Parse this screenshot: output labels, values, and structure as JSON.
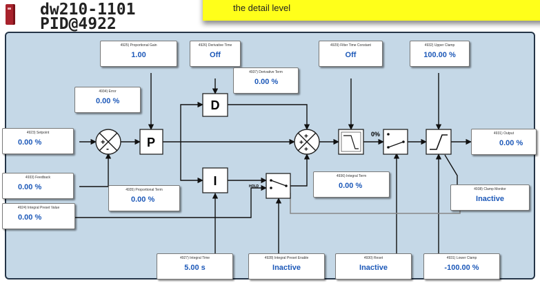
{
  "header": {
    "device": "dw210-1101",
    "block": "PID@4922"
  },
  "banner": {
    "text": "the detail level"
  },
  "parameters": {
    "proportional_gain": {
      "label": "4925) Proportional Gain",
      "value": "1.00"
    },
    "derivative_time": {
      "label": "4926) Derivative Time",
      "value": "Off"
    },
    "derivative_term": {
      "label": "4937) Derivative Term",
      "value": "0.00 %"
    },
    "error": {
      "label": "4934) Error",
      "value": "0.00 %"
    },
    "filter_time_constant": {
      "label": "4929) Filter Time Constant",
      "value": "Off"
    },
    "upper_clamp": {
      "label": "4932) Upper Clamp",
      "value": "100.00 %"
    },
    "setpoint": {
      "label": "4923) Setpoint",
      "value": "0.00 %"
    },
    "feedback": {
      "label": "4933) Feedback",
      "value": "0.00 %"
    },
    "output": {
      "label": "4931) Output",
      "value": "0.00 %"
    },
    "clamp_monitor": {
      "label": "4938) Clamp Monitor",
      "value": "Inactive"
    },
    "proportional_term": {
      "label": "4935) Proportional Term",
      "value": "0.00 %"
    },
    "integral_term": {
      "label": "4936) Integral Term",
      "value": "0.00 %"
    },
    "integral_preset_value": {
      "label": "4924) Integral Preset Value",
      "value": "0.00 %"
    },
    "integral_time": {
      "label": "4927) Integral Time",
      "value": "5.00 s"
    },
    "integral_preset_enable": {
      "label": "4928) Integral Preset Enable",
      "value": "Inactive"
    },
    "reset": {
      "label": "4930) Reset",
      "value": "Inactive"
    },
    "lower_clamp": {
      "label": "4931) Lower Clamp",
      "value": "-100.00 %"
    }
  },
  "blocks": {
    "p": "P",
    "d": "D",
    "i": "I"
  },
  "labels": {
    "zero_percent": "0%",
    "hold": "HOLD"
  },
  "colors": {
    "panel": "#c5d8e7",
    "value_text": "#1c58b8",
    "banner": "#ffff1a",
    "device_icon": "#a8222c"
  }
}
